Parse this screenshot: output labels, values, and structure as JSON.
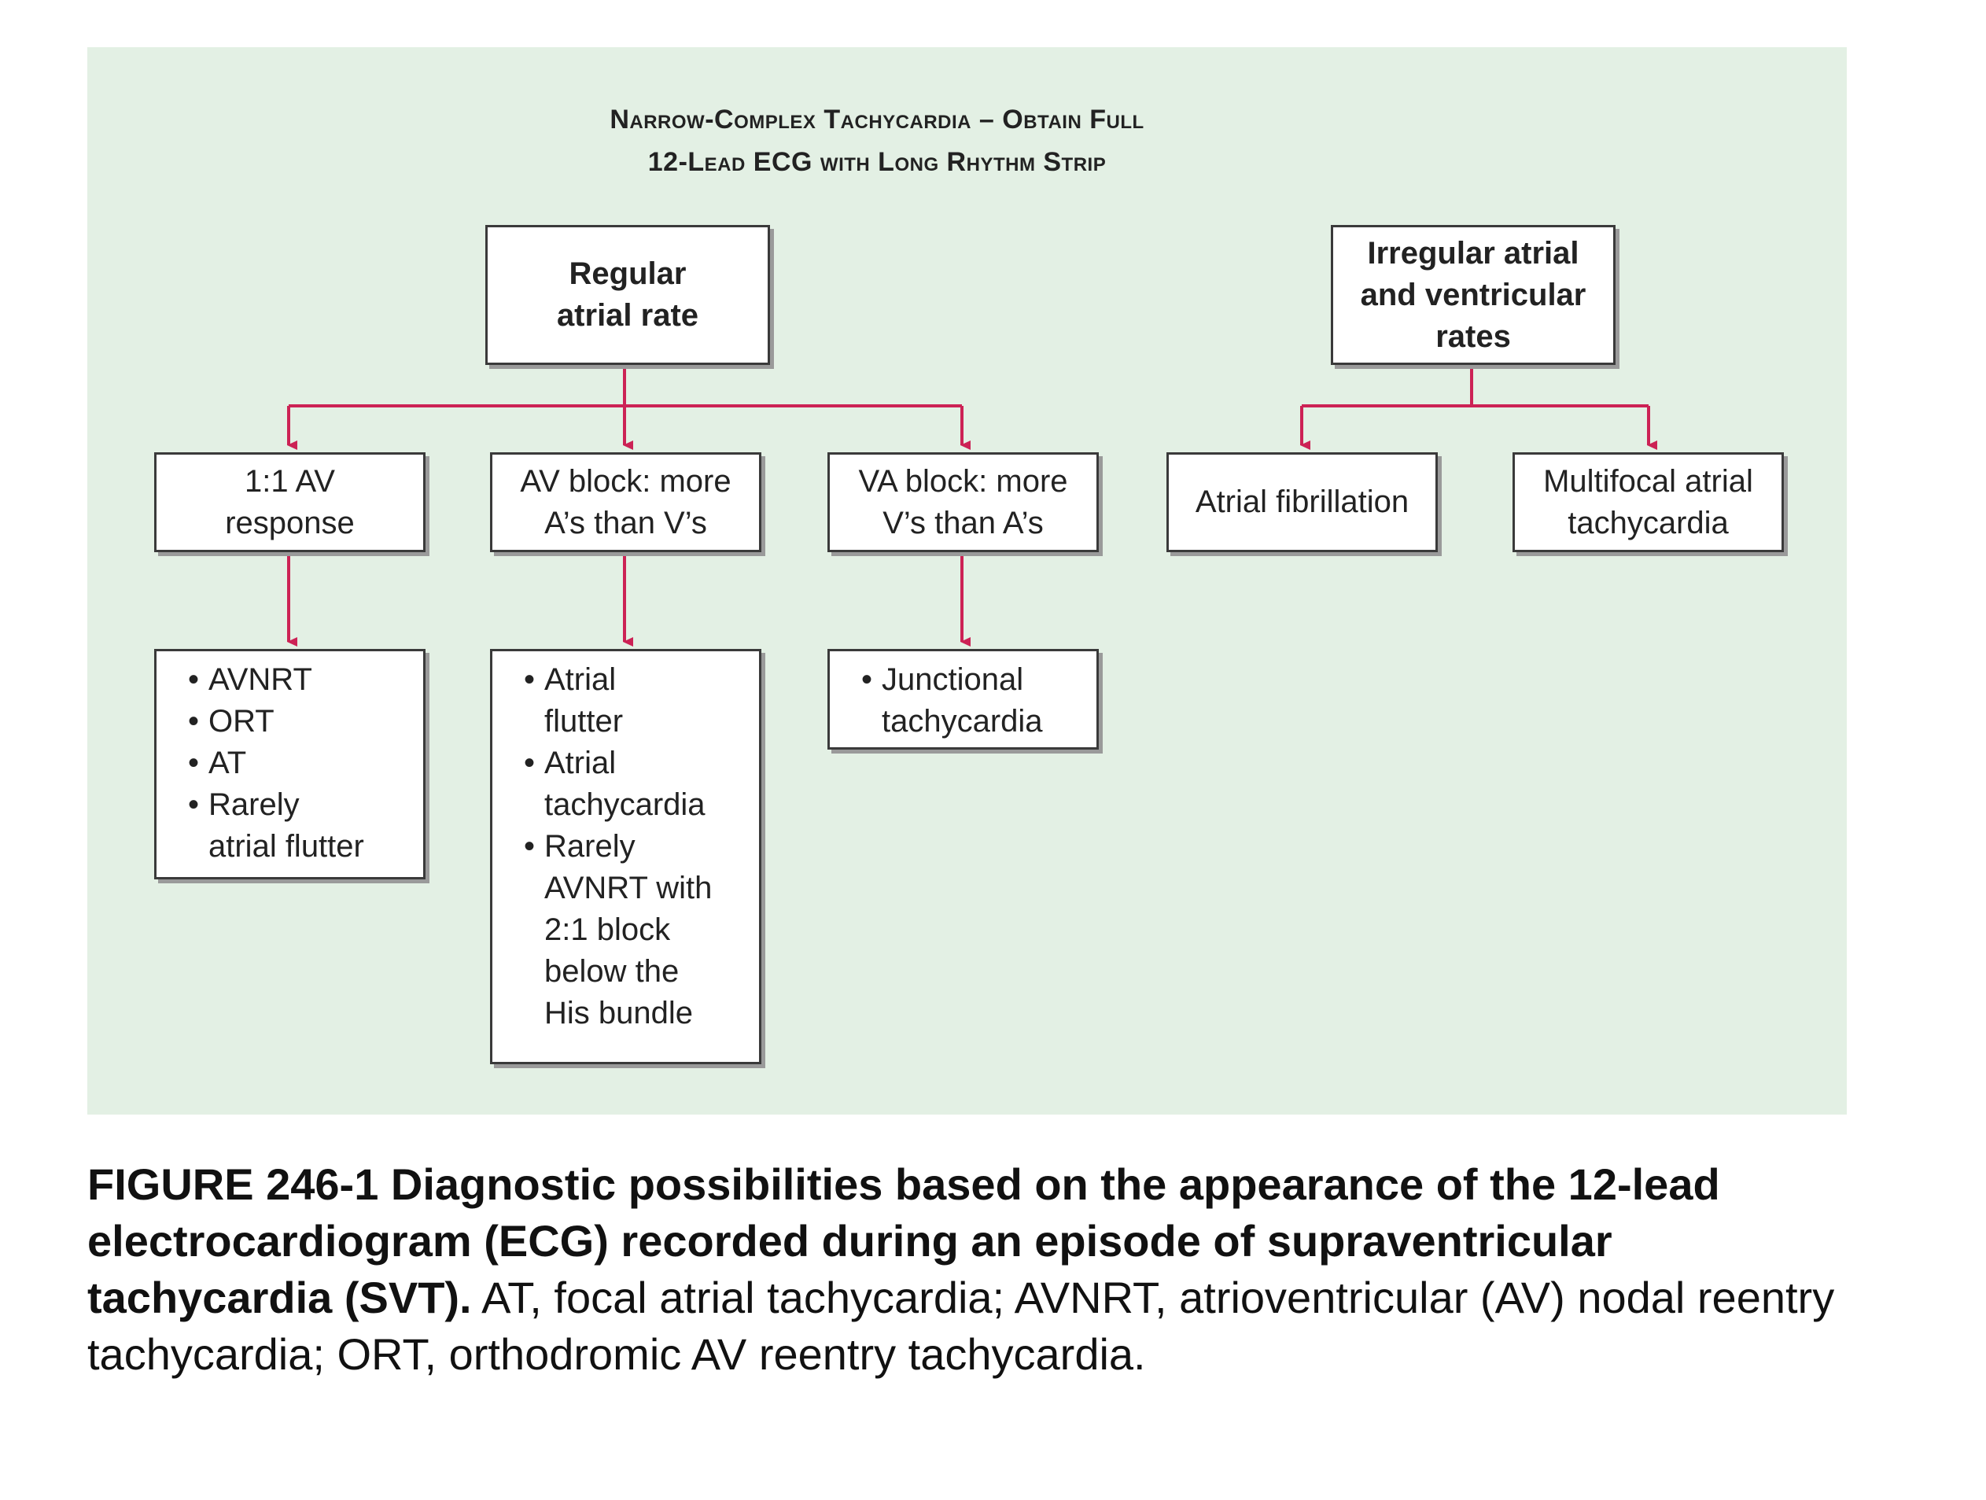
{
  "title": {
    "line1": "Narrow-Complex Tachycardia – Obtain Full",
    "line2": "12-Lead ECG with Long Rhythm Strip"
  },
  "nodes": {
    "regular": [
      "Regular",
      "atrial rate"
    ],
    "irregular": [
      "Irregular atrial",
      "and ventricular",
      "rates"
    ],
    "one_to_one": [
      "1:1 AV",
      "response"
    ],
    "av_block": [
      "AV block: more",
      "A’s than V’s"
    ],
    "va_block": [
      "VA block: more",
      "V’s than A’s"
    ],
    "afib": [
      "Atrial fibrillation"
    ],
    "mat": [
      "Multifocal atrial",
      "tachycardia"
    ]
  },
  "lists": {
    "one_to_one": [
      [
        "AVNRT"
      ],
      [
        "ORT"
      ],
      [
        "AT"
      ],
      [
        "Rarely",
        "atrial flutter"
      ]
    ],
    "av_block": [
      [
        "Atrial",
        "flutter"
      ],
      [
        "Atrial",
        "tachycardia"
      ],
      [
        "Rarely",
        "AVNRT with",
        "2:1 block",
        "below the",
        "His bundle"
      ]
    ],
    "va_block": [
      [
        "Junctional",
        "tachycardia"
      ]
    ]
  },
  "caption": {
    "bold": "FIGURE 246-1 Diagnostic possibilities based on the appearance of the 12-lead electrocardiogram (ECG) recorded during an episode of supraventricular tachycardia (SVT).",
    "normal": " AT, focal atrial tachycardia; AVNRT, atrioventricular (AV) nodal reentry tachycardia; ORT, orthodromic AV reentry tachycardia."
  },
  "colors": {
    "panel_background": "#e3f0e4",
    "connector": "#cc2255",
    "box_border": "#3a3a3a"
  }
}
